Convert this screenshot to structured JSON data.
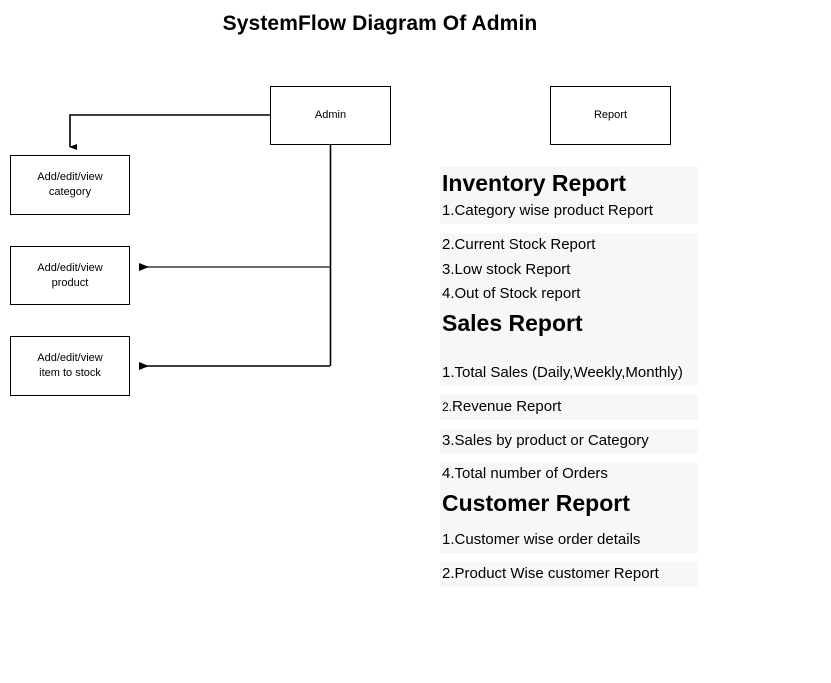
{
  "page": {
    "title": "SystemFlow Diagram Of Admin"
  },
  "diagram": {
    "nodes": [
      {
        "id": "admin",
        "label": "Admin"
      },
      {
        "id": "report",
        "label": "Report"
      },
      {
        "id": "category",
        "label": "Add/edit/view\ncategory"
      },
      {
        "id": "product",
        "label": "Add/edit/view\nproduct"
      },
      {
        "id": "stock",
        "label": "Add/edit/view\nitem to stock"
      }
    ],
    "edges": [
      {
        "from": "admin",
        "to": "category",
        "arrow": "down"
      },
      {
        "from": "admin",
        "to": "product",
        "arrow": "left"
      },
      {
        "from": "admin",
        "to": "stock",
        "arrow": "left"
      }
    ],
    "colors": {
      "box_border": "#000000",
      "box_fill": "#ffffff",
      "connector": "#000000"
    }
  },
  "reports": {
    "panel_background": "#f7f7f7",
    "sections": [
      {
        "heading": "Inventory Report",
        "items": [
          {
            "num": "1.",
            "text": "Category wise product Report",
            "num_size": "normal"
          },
          {
            "num": "2.",
            "text": "Current Stock Report",
            "num_size": "normal"
          },
          {
            "num": "3.",
            "text": "Low stock Report",
            "num_size": "normal"
          },
          {
            "num": "4.",
            "text": "Out of Stock report",
            "num_size": "normal"
          }
        ]
      },
      {
        "heading": "Sales Report",
        "items": [
          {
            "num": "1.",
            "text": "Total Sales (Daily,Weekly,Monthly)",
            "num_size": "normal"
          },
          {
            "num": "2.",
            "text": "Revenue Report",
            "num_size": "small"
          },
          {
            "num": "3.",
            "text": "Sales by product or Category",
            "num_size": "normal"
          },
          {
            "num": "4.",
            "text": "Total number of Orders",
            "num_size": "normal"
          }
        ]
      },
      {
        "heading": "Customer Report",
        "items": [
          {
            "num": "1.",
            "text": "Customer wise order details",
            "num_size": "normal"
          },
          {
            "num": "2.",
            "text": "Product Wise customer Report",
            "num_size": "normal"
          }
        ]
      }
    ]
  }
}
